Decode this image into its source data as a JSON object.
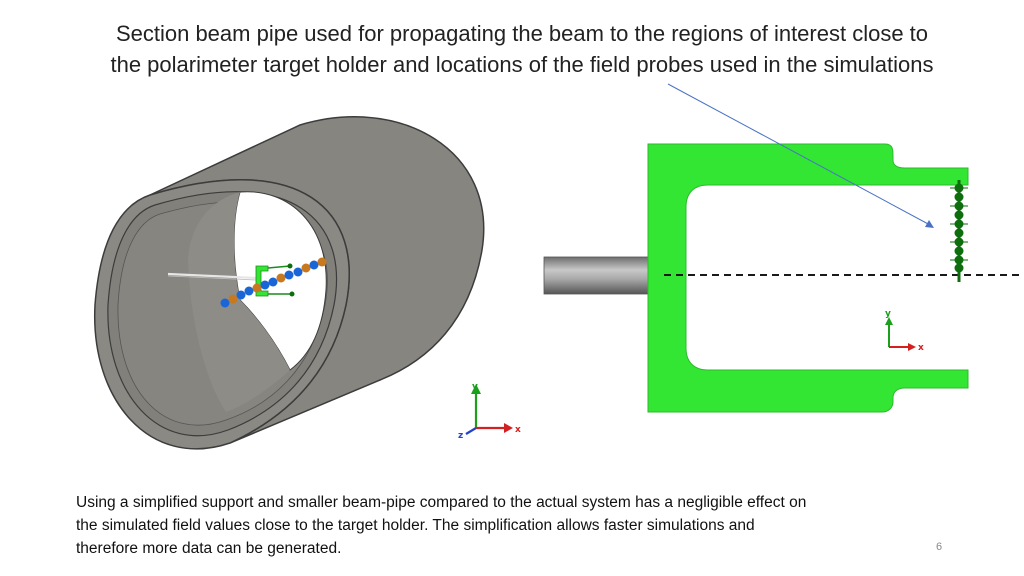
{
  "title": {
    "line1": "Section beam pipe used for propagating the beam to the regions of interest close to",
    "line2": "the polarimeter target holder and locations of the field probes used in the simulations"
  },
  "caption": {
    "line1": "Using a simplified support and smaller beam-pipe compared to the actual system has a negligible effect on",
    "line2": "the simulated field values close to the target holder. The simplification allows faster simulations and",
    "line3": "therefore more data can be generated."
  },
  "slide_number": "6",
  "left_axes": {
    "x": "x",
    "y": "y",
    "z": "z"
  },
  "right_axes": {
    "x": "x",
    "y": "y"
  },
  "colors": {
    "pipe": "#888680",
    "holder": "#33e633",
    "probe_dark": "#0e6e0e",
    "probe_blue": "#1a66d6",
    "probe_orange": "#c8781e",
    "arrow": "#4a72c4",
    "axis_x": "#d42020",
    "axis_y": "#1aa01a",
    "axis_z": "#2244cc"
  }
}
